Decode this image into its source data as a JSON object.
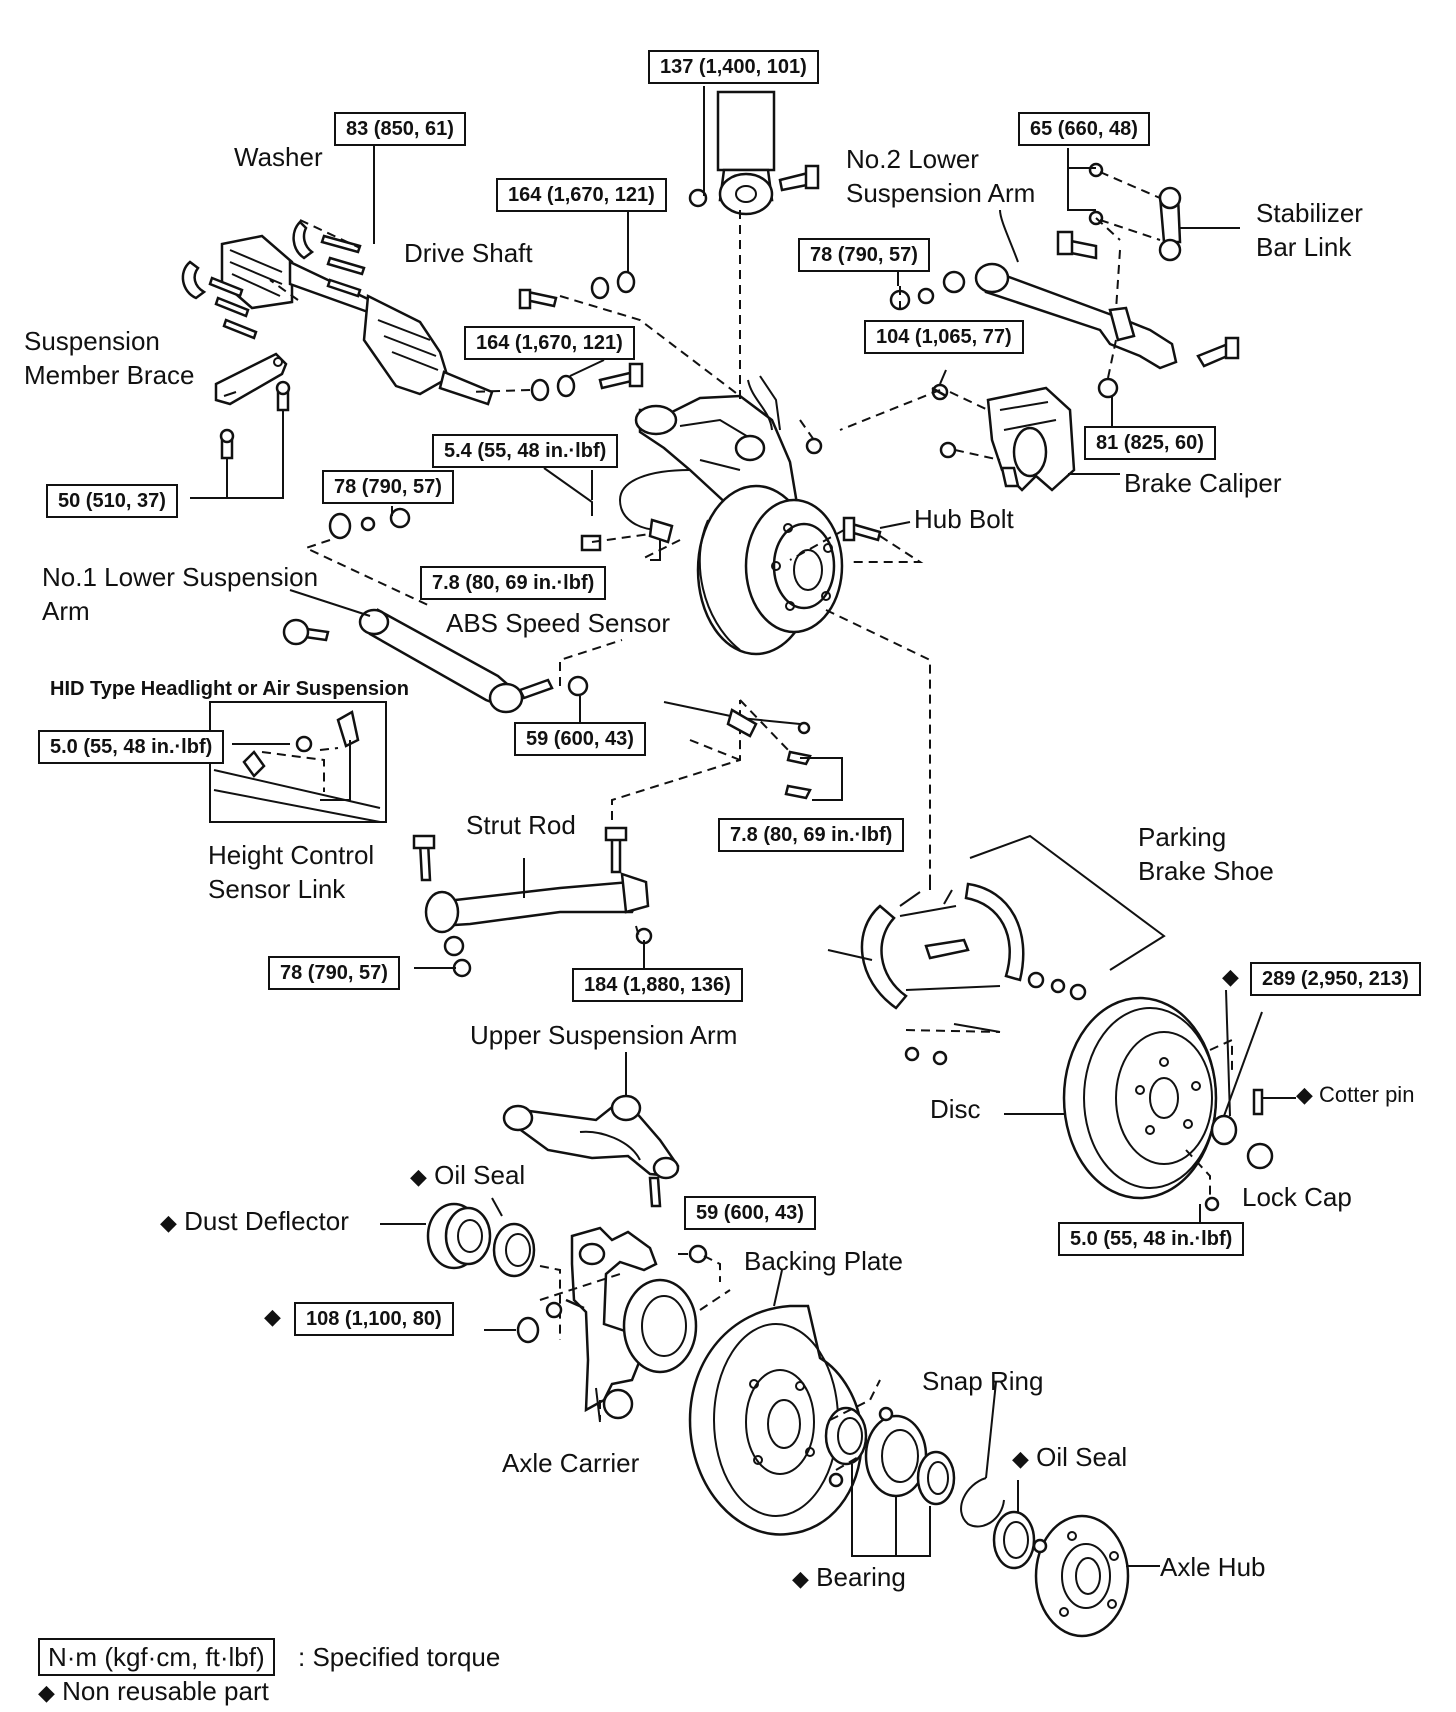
{
  "labels": {
    "washer": "Washer",
    "drive_shaft": "Drive Shaft",
    "suspension_member_brace": "Suspension\nMember Brace",
    "no2_lower_arm": "No.2 Lower\nSuspension Arm",
    "stabilizer_bar_link": "Stabilizer\nBar Link",
    "brake_caliper": "Brake Caliper",
    "hub_bolt": "Hub Bolt",
    "no1_lower_arm": "No.1 Lower Suspension\nArm",
    "abs_speed_sensor": "ABS Speed Sensor",
    "hid_note": "HID Type Headlight or Air Suspension",
    "height_control_link": "Height Control\nSensor Link",
    "strut_rod": "Strut Rod",
    "parking_brake_shoe": "Parking\nBrake Shoe",
    "upper_arm": "Upper Suspension Arm",
    "oil_seal_upper": "Oil Seal",
    "dust_deflector": "Dust Deflector",
    "backing_plate": "Backing Plate",
    "axle_carrier": "Axle Carrier",
    "disc": "Disc",
    "cotter_pin": "Cotter pin",
    "lock_cap": "Lock Cap",
    "snap_ring": "Snap Ring",
    "oil_seal_lower": "Oil Seal",
    "bearing": "Bearing",
    "axle_hub": "Axle Hub"
  },
  "torques": {
    "t137": "137 (1,400, 101)",
    "t83": "83 (850, 61)",
    "t164a": "164 (1,670, 121)",
    "t65": "65 (660, 48)",
    "t78a": "78 (790, 57)",
    "t164b": "164 (1,670, 121)",
    "t104": "104 (1,065, 77)",
    "t81": "81 (825, 60)",
    "t54": "5.4 (55, 48 in.·lbf)",
    "t78b": "78 (790, 57)",
    "t50": "50 (510, 37)",
    "t78a_sensor": "7.8 (80, 69 in.·lbf)",
    "t59a": "59 (600, 43)",
    "t50b": "5.0 (55, 48 in.·lbf)",
    "t78brk": "7.8 (80, 69 in.·lbf)",
    "t78c": "78 (790, 57)",
    "t184": "184 (1,880, 136)",
    "t289": "289 (2,950, 213)",
    "t50c": "5.0 (55, 48 in.·lbf)",
    "t59b": "59 (600, 43)",
    "t108": "108 (1,100, 80)"
  },
  "symbols": {
    "non_reusable": "◆"
  },
  "legend": {
    "unit_box": "N·m (kgf·cm, ft·lbf)",
    "unit_text": ": Specified torque",
    "diamond_text": "Non reusable part"
  }
}
